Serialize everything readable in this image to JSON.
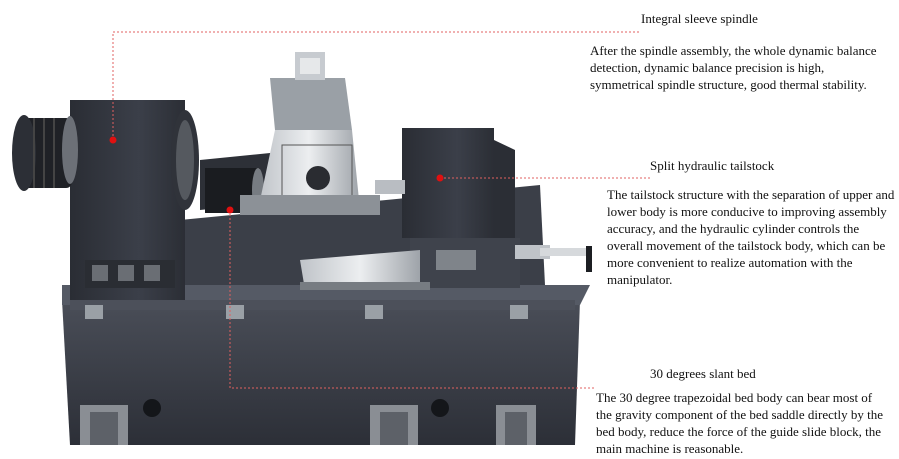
{
  "callouts": [
    {
      "title": "Integral sleeve spindle",
      "description": "After the spindle assembly, the whole dynamic balance detection, dynamic balance precision is high, symmetrical spindle structure, good thermal stability."
    },
    {
      "title": "Split hydraulic tailstock",
      "description": "The tailstock structure with the separation of upper and lower body is more conducive to improving assembly accuracy, and the hydraulic cylinder controls the overall movement of the tailstock body, which can be more convenient to realize automation with the manipulator."
    },
    {
      "title": "30 degrees slant bed",
      "description": "The 30 degree trapezoidal bed body can bear most of the gravity component of the bed saddle directly by the bed body, reduce the force of the guide slide block, the main machine is reasonable."
    }
  ],
  "colors": {
    "leader_line": "#e06060",
    "marker": "#e01010",
    "machine_body": "#3a3e48",
    "machine_dark": "#23262d"
  }
}
